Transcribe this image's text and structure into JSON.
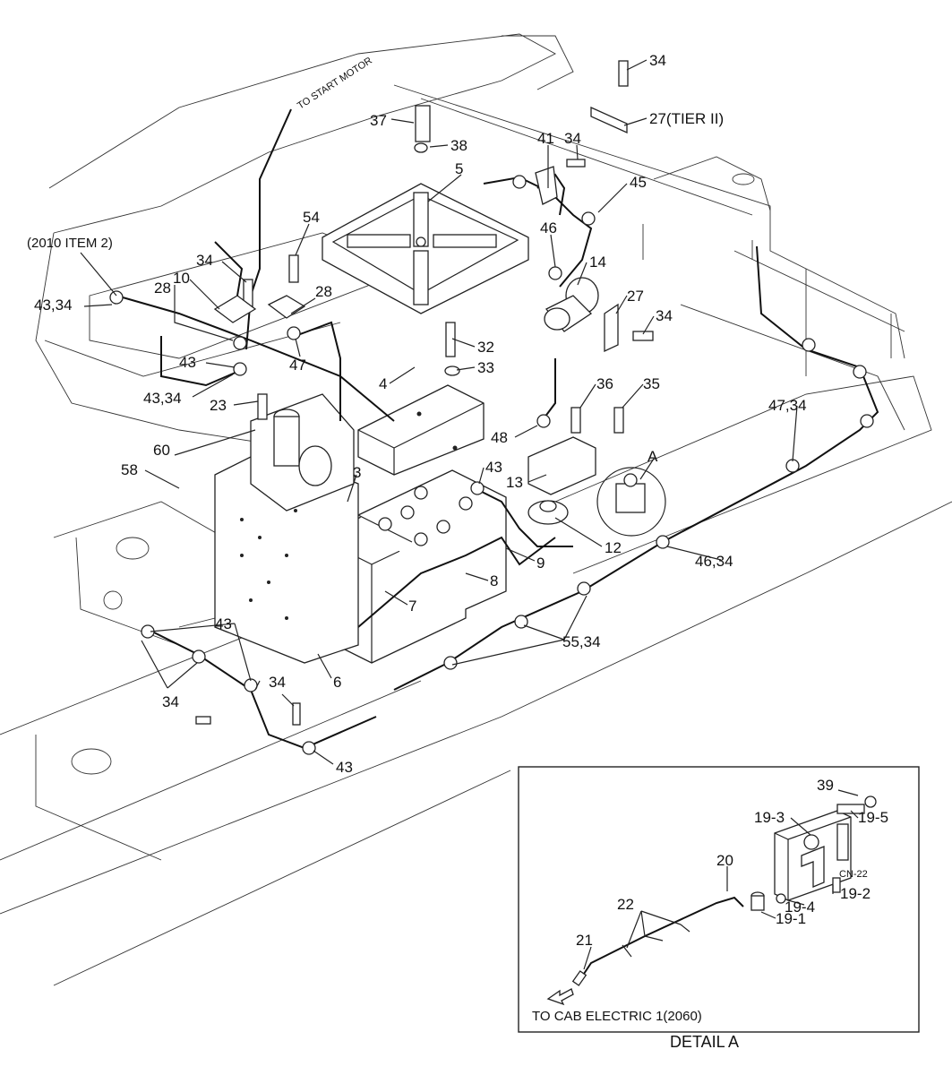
{
  "labels": {
    "l34_top": "34",
    "l27_tier": "27(TIER II)",
    "l37": "37",
    "l38": "38",
    "l41": "41",
    "l34_b": "34",
    "l5": "5",
    "l45": "45",
    "l54": "54",
    "l46_a": "46",
    "l14": "14",
    "l2010": "(2010 ITEM 2)",
    "l34_c": "34",
    "l28_a": "28",
    "l10": "10",
    "l28_b": "28",
    "l43_34_a": "43,34",
    "l27_b": "27",
    "l34_d": "34",
    "l43_a": "43",
    "l47_a": "47",
    "l32": "32",
    "l33": "33",
    "l43_34_b": "43,34",
    "l4": "4",
    "l36": "36",
    "l35": "35",
    "l23": "23",
    "l47_34": "47,34",
    "l48": "48",
    "l60": "60",
    "l58": "58",
    "l3": "3",
    "l43_b": "43",
    "l13": "13",
    "lA": "A",
    "l12": "12",
    "l46_34": "46,34",
    "l9": "9",
    "l8": "8",
    "l7": "7",
    "l43_c": "43",
    "l55_34": "55,34",
    "l34_e": "34",
    "l34_f": "34",
    "l6": "6",
    "l43_d": "43",
    "to_start_motor": "TO START MOTOR"
  },
  "detail": {
    "l39": "39",
    "l19_3": "19-3",
    "l19_5": "19-5",
    "cn22": "CN-22",
    "l19_2": "19-2",
    "l20": "20",
    "l19_4": "19-4",
    "l19_1": "19-1",
    "l22": "22",
    "l21": "21",
    "to_cab": "TO CAB ELECTRIC 1(2060)",
    "title": "DETAIL  A"
  }
}
